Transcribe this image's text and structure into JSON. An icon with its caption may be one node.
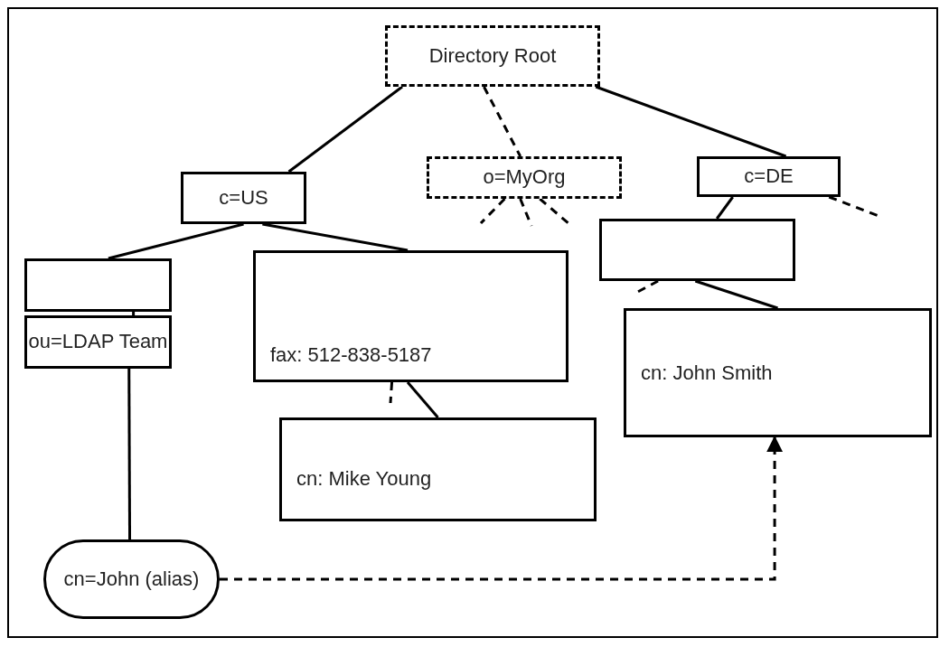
{
  "diagram": {
    "nodes": [
      {
        "text": [
          "Directory Root"
        ]
      },
      {
        "text": [
          "c=US"
        ]
      },
      {
        "text": [
          "o=MyOrg"
        ]
      },
      {
        "text": [
          "c=DE"
        ]
      },
      {
        "text": [],
        "shape": "box"
      },
      {
        "text": [
          "ou=LDAP Team"
        ]
      },
      {
        "text": [
          "fax: 512-838-5187"
        ]
      },
      {
        "text": [],
        "shape": "box"
      },
      {
        "text": [
          "cn: Mike Young"
        ]
      },
      {
        "text": [
          "cn: John Smith"
        ]
      },
      {
        "text": [
          "cn=John (alias)"
        ]
      }
    ],
    "edges": [
      {
        "from": 0,
        "to": 1,
        "arrow": "none"
      },
      {
        "from": 0,
        "to": 2,
        "arrow": "none",
        "style": "dashed"
      },
      {
        "from": 0,
        "to": 3,
        "arrow": "none"
      },
      {
        "from": 1,
        "to": 4,
        "arrow": "none"
      },
      {
        "from": 1,
        "to": 6,
        "arrow": "none"
      },
      {
        "from": 4,
        "to": 5,
        "arrow": "none"
      },
      {
        "from": 5,
        "to": 10,
        "arrow": "none"
      },
      {
        "from": 6,
        "to": 8,
        "arrow": "none"
      },
      {
        "from": 3,
        "to": 7,
        "arrow": "none"
      },
      {
        "from": 7,
        "to": 9,
        "arrow": "none"
      },
      {
        "from": 10,
        "to": 9,
        "arrow": "to",
        "style": "dashed"
      },
      {
        "from": 2,
        "to": null,
        "arrow": "none",
        "style": "dashed"
      },
      {
        "from": 2,
        "to": null,
        "arrow": "none",
        "style": "dashed"
      },
      {
        "from": 2,
        "to": null,
        "arrow": "none",
        "style": "dashed"
      },
      {
        "from": 3,
        "to": null,
        "arrow": "none",
        "style": "dashed"
      },
      {
        "from": 7,
        "to": null,
        "arrow": "none",
        "style": "dashed"
      },
      {
        "from": 6,
        "to": null,
        "arrow": "none",
        "style": "dashed"
      }
    ]
  }
}
